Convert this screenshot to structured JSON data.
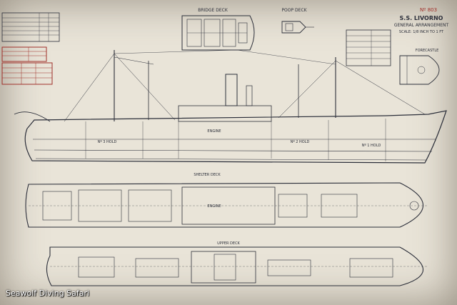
{
  "title_block": {
    "number": "Nº 803",
    "ship": "S.S. LIVORNO",
    "subtitle": "GENERAL ARRANGEMENT",
    "scale": "SCALE: 1/8 INCH TO 1 FT"
  },
  "labels": {
    "bridge_deck": "BRIDGE DECK",
    "poop_deck": "POOP DECK",
    "forecastle": "FORECASTLE",
    "shelter_deck": "SHELTER DECK",
    "upper_deck": "UPPER DECK",
    "engine": "ENGINE",
    "no2_hold": "Nº 2 HOLD",
    "no1_hold": "Nº 1 HOLD",
    "no3_hold": "Nº 3 HOLD"
  },
  "credit": "Seawolf Diving Safari",
  "colors": {
    "paper": "#e9e4d8",
    "ink": "#2c2f3a",
    "red_ink": "#a0302a"
  }
}
